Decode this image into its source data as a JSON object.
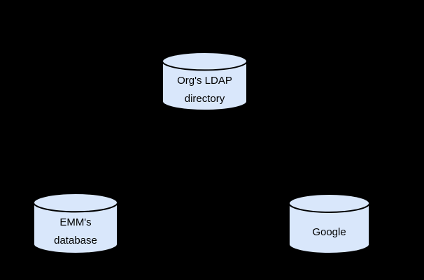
{
  "canvas": {
    "background_color": "#000000"
  },
  "diagram": {
    "type": "database-sync-diagram",
    "node_fill_color": "#d9e7fb",
    "node_stroke_color": "#000000",
    "node_text_color": "#000000",
    "nodes": [
      {
        "id": "orgs-ldap-directory",
        "shape": "database-cylinder",
        "label_line1": "Org's LDAP",
        "label_line2": "directory",
        "position": "top-center"
      },
      {
        "id": "emms-database",
        "shape": "database-cylinder",
        "label_line1": "EMM's",
        "label_line2": "database",
        "position": "bottom-left"
      },
      {
        "id": "google",
        "shape": "database-cylinder",
        "label_line1": "Google",
        "position": "bottom-right"
      }
    ]
  }
}
